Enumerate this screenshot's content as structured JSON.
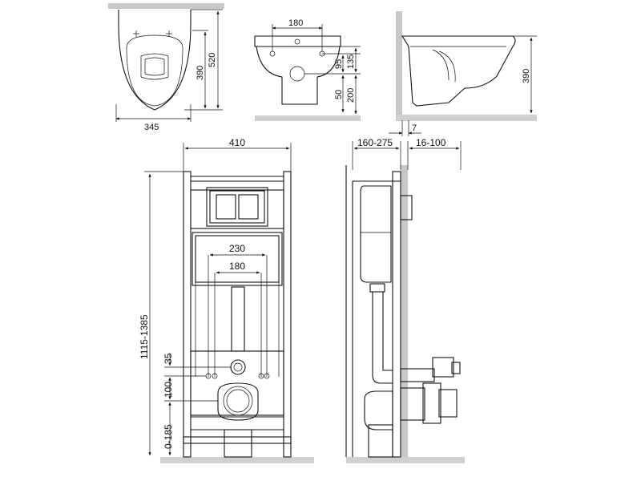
{
  "dimensions": {
    "bowl_top_width": "345",
    "bowl_top_length": "520",
    "bowl_top_depth": "390",
    "front_hole_spacing": "180",
    "front_height_upper": "135",
    "front_height_inner": "95",
    "front_height_lower": "200",
    "front_height_small": "50",
    "side_height": "390",
    "wall_gap": "7",
    "frame_width": "410",
    "plate_width": "230",
    "bolt_spacing": "180",
    "frame_height": "1115-1385",
    "bolt_offset": "35",
    "bolt_to_outlet": "100",
    "outlet_height": "0-185",
    "depth_behind": "160-275",
    "depth_front": "16-100"
  },
  "colors": {
    "line": "#111111",
    "wall": "#c8c8c8",
    "background": "#ffffff"
  }
}
